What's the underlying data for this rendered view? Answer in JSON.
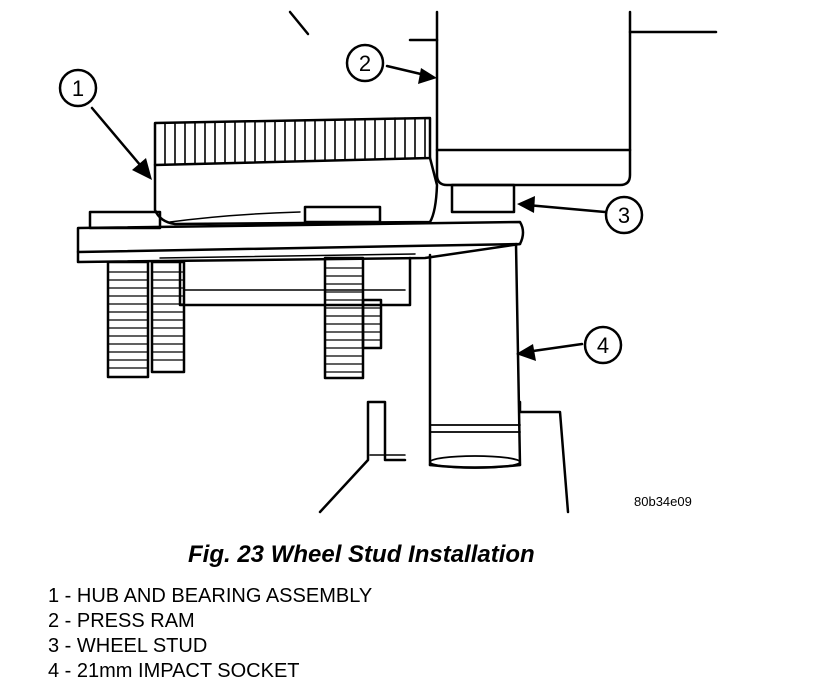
{
  "figure": {
    "callouts": [
      "1",
      "2",
      "3",
      "4"
    ],
    "image_code": "80b34e09"
  },
  "caption": "Fig. 23 Wheel Stud Installation",
  "legend": [
    "1 - HUB AND BEARING ASSEMBLY",
    "2 - PRESS RAM",
    "3 - WHEEL STUD",
    "4 - 21mm IMPACT SOCKET"
  ]
}
